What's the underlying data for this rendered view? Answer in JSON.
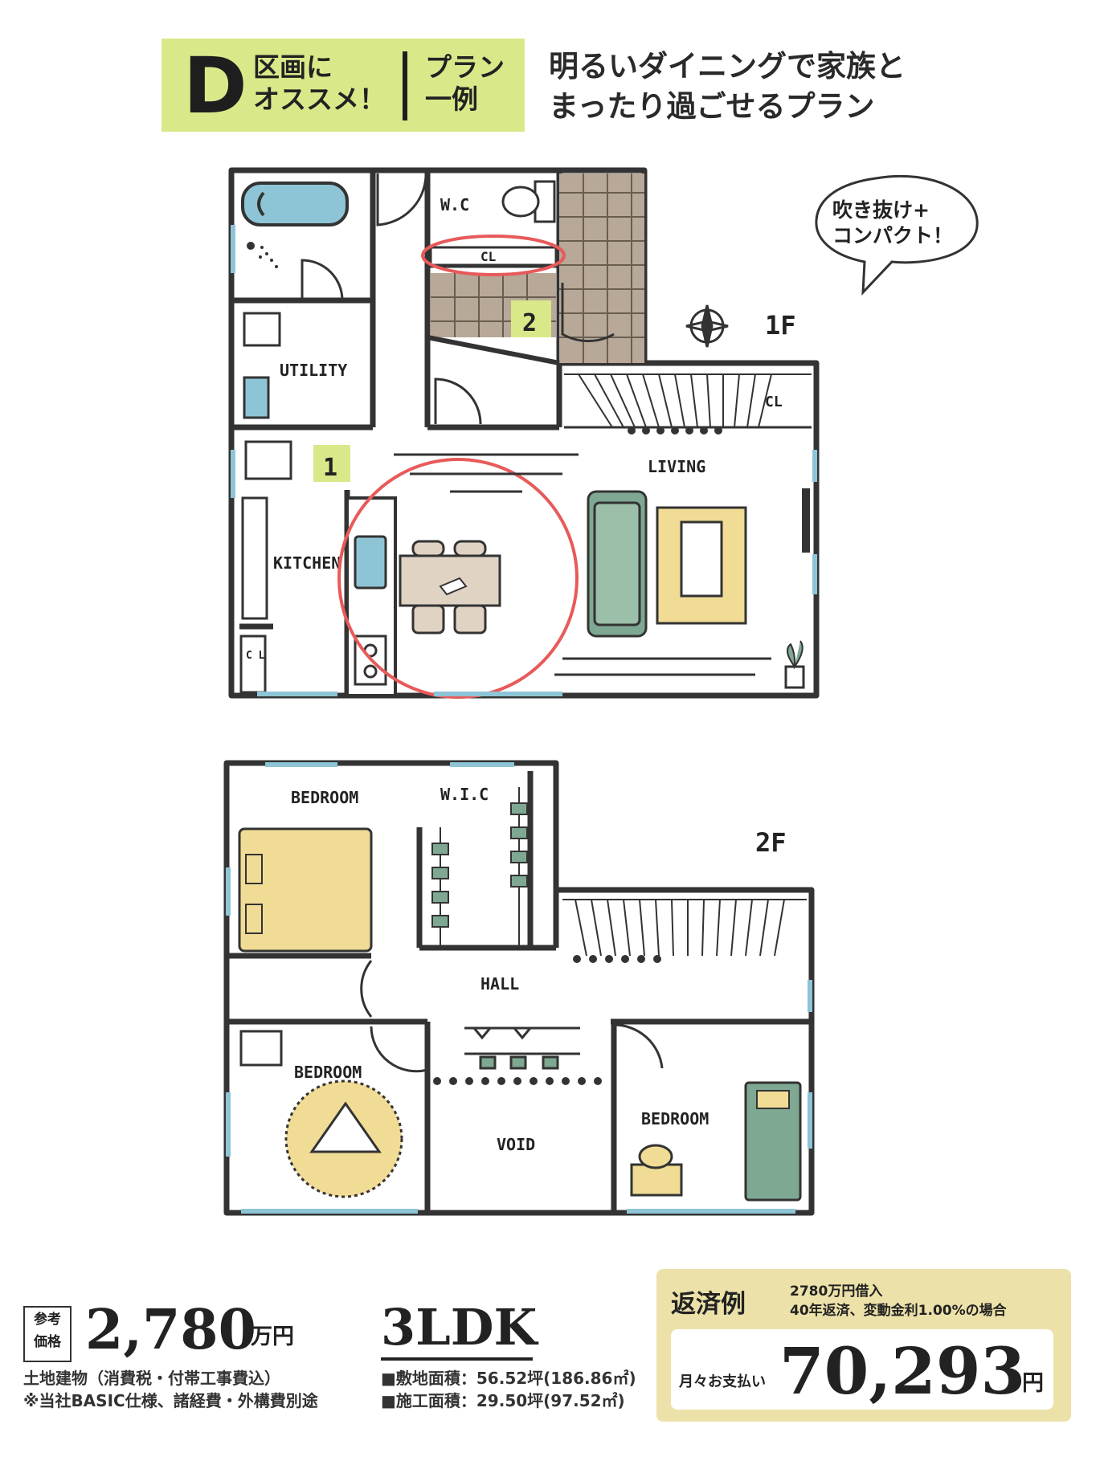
{
  "header": {
    "badge_letter": "D",
    "badge_line1": "区画に",
    "badge_line2": "オススメ！",
    "plan_line1": "プラン",
    "plan_line2": "一例",
    "headline_line1": "明るいダイニングで家族と",
    "headline_line2": "まったり過ごせるプラン",
    "badge_color": "#d9e98a"
  },
  "floor1": {
    "label": "1F",
    "bubble_line1": "吹き抜け+",
    "bubble_line2": "コンパクト！",
    "rooms": {
      "wc": "W.C",
      "cl_top": "CL",
      "cl_stair": "CL",
      "cl_side": "C L",
      "utility": "UTILITY",
      "kitchen": "KITCHEN",
      "living": "LIVING"
    },
    "marker_1": "1",
    "marker_2": "2"
  },
  "floor2": {
    "label": "2F",
    "rooms": {
      "bedroom_1": "BEDROOM",
      "wic": "W.I.C",
      "hall": "HALL",
      "bedroom_2": "BEDROOM",
      "void": "VOID",
      "bedroom_3": "BEDROOM"
    }
  },
  "price": {
    "ref_line1": "参考",
    "ref_line2": "価格",
    "amount": "2,780",
    "unit": "万円",
    "note1": "土地建物（消費税・付帯工事費込）",
    "note2": "※当社BASIC仕様、諸経費・外構費別途"
  },
  "spec": {
    "layout": "3LDK",
    "site_area": "■敷地面積：56.52坪(186.86㎡)",
    "floor_area": "■施工面積：29.50坪(97.52㎡)"
  },
  "loan": {
    "title": "返済例",
    "cond1": "2780万円借入",
    "cond2": "40年返済、変動金利1.00%の場合",
    "monthly_label": "月々お支払い",
    "amount": "70,293",
    "unit": "円",
    "box_color": "#ece1a8"
  },
  "colors": {
    "wall": "#333333",
    "water": "#8ec5d6",
    "tile": "#b8a898",
    "sofa": "#7fa892",
    "rug": "#f1dc96",
    "bed": "#f1dc96",
    "highlight": "#e85a5a",
    "marker": "#d9e98a"
  }
}
